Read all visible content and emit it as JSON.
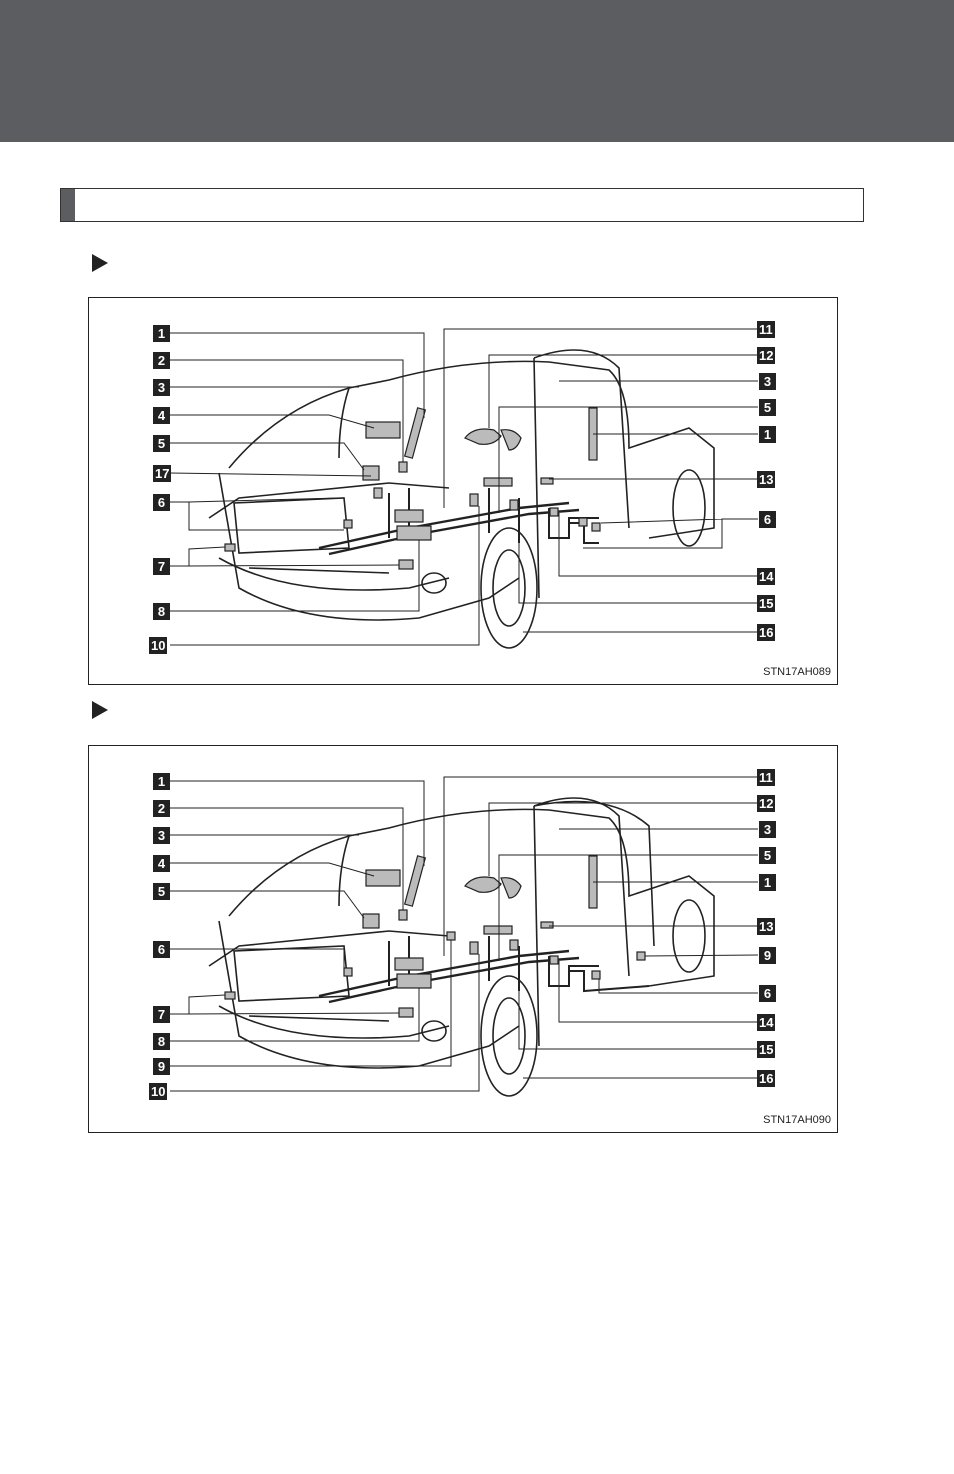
{
  "page": {
    "header_band": "",
    "section_heading": ""
  },
  "figures": [
    {
      "code": "STN17AH089",
      "left_callouts": [
        "1",
        "2",
        "3",
        "4",
        "5",
        "17",
        "6",
        "7",
        "8",
        "10"
      ],
      "right_callouts": [
        "11",
        "12",
        "3",
        "5",
        "1",
        "13",
        "6",
        "14",
        "15",
        "16"
      ]
    },
    {
      "code": "STN17AH090",
      "left_callouts": [
        "1",
        "2",
        "3",
        "4",
        "5",
        "6",
        "7",
        "8",
        "9",
        "10"
      ],
      "right_callouts": [
        "11",
        "12",
        "3",
        "5",
        "1",
        "13",
        "9",
        "6",
        "14",
        "15",
        "16"
      ]
    }
  ]
}
